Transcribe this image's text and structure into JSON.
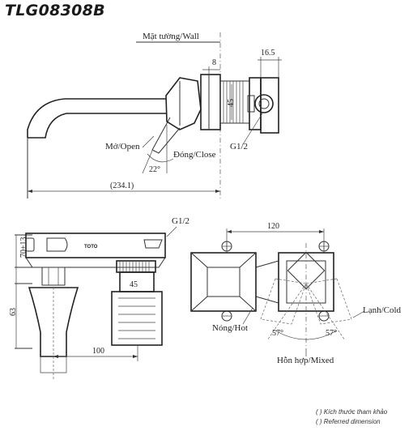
{
  "model": "TLG08308B",
  "labels": {
    "wall": "Mặt tường/Wall",
    "dim_8": "8",
    "dim_16_5": "16.5",
    "dim_45_top": "45",
    "g12_top": "G1/2",
    "open": "Mở/Open",
    "close": "Đóng/Close",
    "angle_22": "22°",
    "dim_234": "(234.1)",
    "g12_bottom": "G1/2",
    "brand": "TOTO",
    "dim_70": "70±13",
    "dim_45_bottom": "45",
    "dim_63": "63",
    "dim_100": "100",
    "dim_120": "120",
    "cold": "Lạnh/Cold",
    "hot": "Nóng/Hot",
    "angle_57_left": "57°",
    "angle_57_right": "57°",
    "mixed": "Hỗn hợp/Mixed"
  },
  "notes": {
    "line1": "( ) Kích thước tham khảo",
    "line2": "( ) Referred dimension"
  }
}
